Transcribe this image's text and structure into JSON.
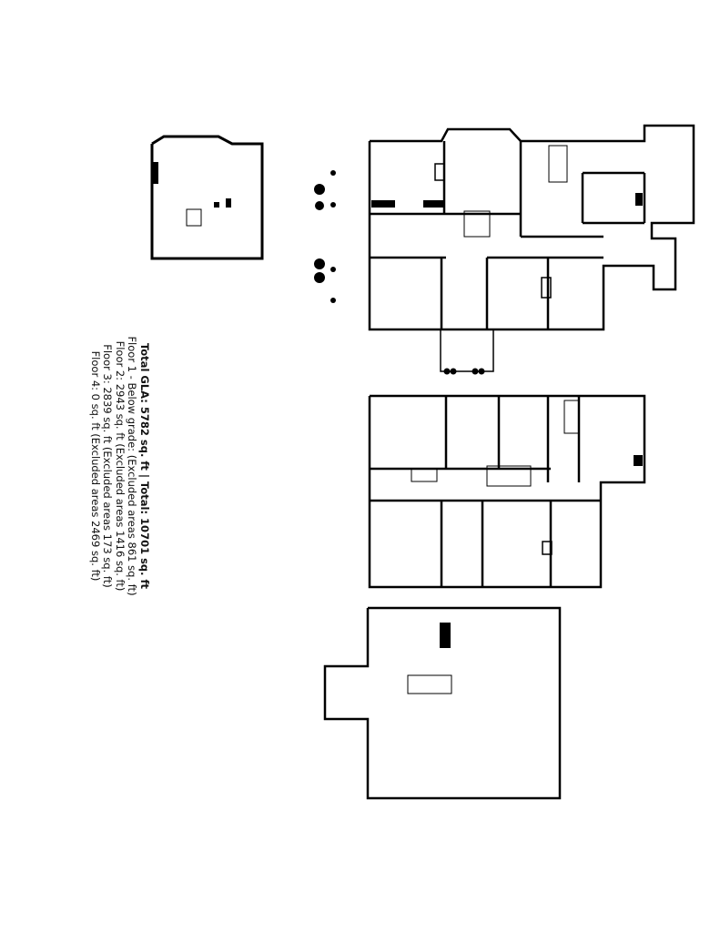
{
  "summary": {
    "total": "Total GLA: 5782 sq. ft | Total: 10701 sq. ft",
    "floors": [
      "Floor 1 - Below grade: (Excluded areas 861 sq. ft)",
      "Floor 2: 2943 sq. ft (Excluded areas 1416 sq. ft)",
      "Floor 3: 2839 sq. ft (Excluded areas 173 sq. ft)",
      "Floor 4: 0 sq. ft (Excluded areas 2469 sq. ft)"
    ]
  }
}
